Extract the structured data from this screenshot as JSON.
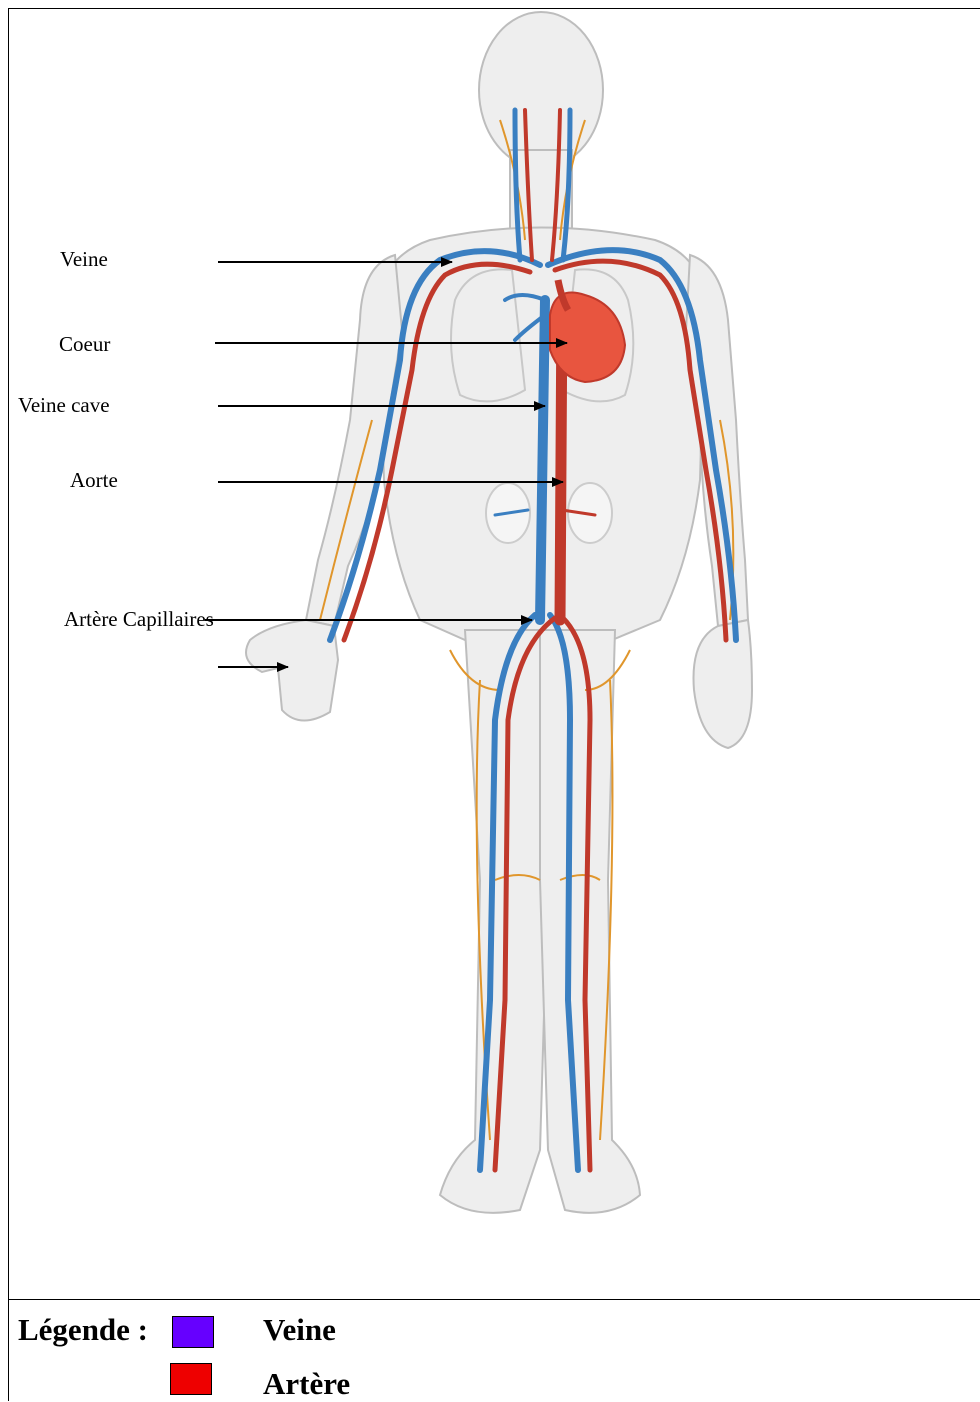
{
  "labels": {
    "veine": "Veine",
    "coeur": "Coeur",
    "veine_cave": "Veine cave",
    "aorte": "Aorte",
    "artere_capillaires": "Artère Capillaires"
  },
  "legend": {
    "title": "Légende :",
    "items": [
      {
        "label": "Veine",
        "color": "#6600ff"
      },
      {
        "label": "Artère",
        "color": "#ee0000"
      }
    ]
  },
  "colors": {
    "vein": "#3a7fc1",
    "artery": "#c0392b",
    "capillary": "#e0962c",
    "body_fill": "#eeeeee",
    "heart": "#e8553f"
  }
}
